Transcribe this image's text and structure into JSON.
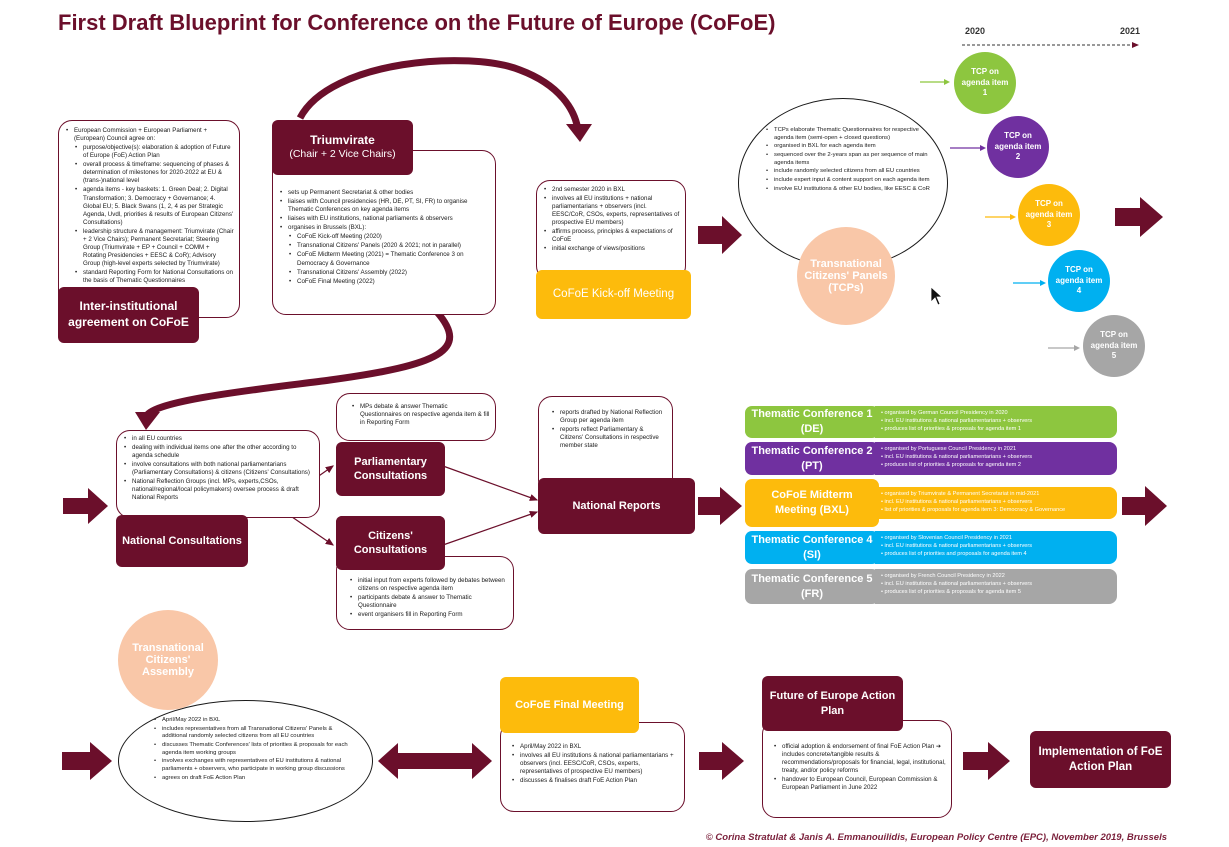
{
  "title": "First Draft Blueprint for Conference on the Future of Europe (CoFoE)",
  "timeline": {
    "start": "2020",
    "end": "2021"
  },
  "interinstitutional": {
    "label": "Inter-institutional agreement on CoFoE",
    "items": [
      "European Commission + European Parliament + (European) Council agree on:",
      "purpose/objective(s): elaboration & adoption of Future of Europe (FoE) Action Plan",
      "overall process & timeframe: sequencing of phases & determination of milestones for 2020-2022 at EU & (trans-)national level",
      "agenda items - key baskets: 1. Green Deal; 2. Digital Transformation; 3. Democracy + Governance; 4. Global EU; 5. Black Swans (1, 2, 4 as per Strategic Agenda, Uvdl, priorities & results of European Citizens' Consultations)",
      "leadership structure & management: Triumvirate (Chair + 2 Vice Chairs); Permanent Secretariat; Steering Group (Triumvirate + EP + Council + COMM + Rotating Presidencies + EESC & CoR); Advisory Group (high-level experts selected by Triumvirate)",
      "standard Reporting Form for National Consultations on the basis of Thematic Questionnaires"
    ]
  },
  "triumvirate": {
    "label": "Triumvirate",
    "sublabel": "(Chair + 2 Vice Chairs)",
    "items": [
      "sets up Permanent Secretariat & other bodies",
      "liaises with Council presidencies (HR, DE, PT, SI, FR) to organise Thematic Conferences on key agenda items",
      "liaises with EU institutions, national parliaments & observers",
      "organises in Brussels (BXL):"
    ],
    "subitems": [
      "CoFoE Kick-off Meeting (2020)",
      "Transnational Citizens' Panels (2020 & 2021; not in parallel)",
      "CoFoE Midterm Meeting (2021) = Thematic Conference 3 on Democracy & Governance",
      "Transnational Citizens' Assembly (2022)",
      "CoFoE Final Meeting (2022)"
    ]
  },
  "kickoff": {
    "label": "CoFoE Kick-off Meeting",
    "items": [
      "2nd semester 2020 in BXL",
      "involves all EU institutions + national parliamentarians + observers (incl. EESC/CoR, CSOs, experts, representatives of prospective EU members)",
      "affirms process, principles & expectations of CoFoE",
      "initial exchange of views/positions"
    ]
  },
  "tcps": {
    "label": "Transnational Citizens' Panels (TCPs)",
    "items": [
      "TCPs elaborate Thematic Questionnaires for respective agenda item (semi-open + closed questions)",
      "organised in BXL for each agenda item",
      "sequenced over the 2-years span as per sequence of main agenda items",
      "include randomly selected citizens from all EU countries",
      "include expert input & content support on each agenda item",
      "involve EU institutions & other EU bodies, like EESC & CoR"
    ],
    "circles": [
      {
        "label": "TCP on agenda item 1",
        "color": "#8dc63f"
      },
      {
        "label": "TCP on agenda item 2",
        "color": "#7030a0"
      },
      {
        "label": "TCP on agenda item 3",
        "color": "#fdbb0c"
      },
      {
        "label": "TCP on agenda item 4",
        "color": "#00b0f0"
      },
      {
        "label": "TCP on agenda item 5",
        "color": "#a6a6a6"
      }
    ]
  },
  "national": {
    "label": "National Consultations",
    "items": [
      "in all EU countries",
      "dealing with individual items one after the other according to agenda schedule",
      "involve consultations with both national parliamentarians (Parliamentary Consultations) & citizens (Citizens' Consultations)",
      "National Reflection Groups (incl. MPs, experts,CSOs, national/regional/local policymakers) oversee process & draft National Reports"
    ]
  },
  "parliamentary": {
    "label": "Parliamentary Consultations",
    "items": [
      "MPs debate & answer Thematic Questionnaires on respective agenda item & fill in Reporting Form"
    ]
  },
  "citizens": {
    "label": "Citizens' Consultations",
    "items": [
      "initial input from experts followed by debates between citizens on respective agenda item",
      "participants debate & answer to Thematic Questionnaire",
      "event organisers fill in Reporting Form"
    ]
  },
  "reports": {
    "label": "National Reports",
    "items": [
      "reports drafted by National Reflection Group per agenda item",
      "reports reflect Parliamentary & Citizens' Consultations in respective member state"
    ]
  },
  "conferences": [
    {
      "label": "Thematic Conference 1 (DE)",
      "color": "#8dc63f",
      "items": [
        "organised by German Council Presidency in 2020",
        "incl. EU institutions & national parliamentarians + observers",
        "produces list of priorities & proposals for agenda item 1"
      ]
    },
    {
      "label": "Thematic Conference 2 (PT)",
      "color": "#7030a0",
      "items": [
        "organised by Portuguese Council Presidency in 2021",
        "incl. EU institutions & national parliamentarians + observers",
        "produces list of priorities & proposals for agenda item 2"
      ]
    },
    {
      "label": "CoFoE Midterm Meeting (BXL)",
      "color": "#fdbb0c",
      "items": [
        "organised by Triumvirate & Permanent Secretariat in mid-2021",
        "incl. EU institutions & national parliamentarians + observers",
        "list of priorities & proposals for agenda item 3: Democracy & Governance"
      ]
    },
    {
      "label": "Thematic Conference 4 (SI)",
      "color": "#00b0f0",
      "items": [
        "organised by Slovenian Council Presidency in 2021",
        "incl. EU institutions & national parliamentarians + observers",
        "produces list of priorities and proposals for agenda item 4"
      ]
    },
    {
      "label": "Thematic Conference 5 (FR)",
      "color": "#a6a6a6",
      "items": [
        "organised by French Council Presidency in 2022",
        "incl. EU institutions & national parliamentarians + observers",
        "produces list of priorities & proposals for agenda item 5"
      ]
    }
  ],
  "assembly": {
    "label": "Transnational Citizens' Assembly",
    "items": [
      "April/May 2022 in BXL",
      "includes representatives from all Transnational Citizens' Panels & additional randomly selected citizens from all EU countries",
      "discusses Thematic Conferences' lists of priorities & proposals for each agenda item working groups",
      "involves exchanges with representatives of EU institutions & national parliaments + observers, who participate in working group discussions",
      "agrees on draft FoE Action Plan"
    ]
  },
  "final": {
    "label": "CoFoE Final Meeting",
    "items": [
      "April/May 2022 in BXL",
      "involves all EU institutions & national parliamentarians + observers (incl. EESC/CoR, CSOs, experts, representatives of prospective EU members)",
      "discusses & finalises draft FoE Action Plan"
    ]
  },
  "actionplan": {
    "label": "Future of Europe Action Plan",
    "items": [
      "official adoption & endorsement of final FoE Action Plan ➔ includes concrete/tangible results & recommendations/proposals for financial, legal, institutional, treaty, and/or policy reforms",
      "handover to European Council, European Commission & European Parliament in June 2022"
    ]
  },
  "implementation": {
    "label": "Implementation of FoE Action Plan"
  },
  "footer": "© Corina Stratulat & Janis A. Emmanouilidis, European Policy Centre (EPC), November 2019, Brussels",
  "colors": {
    "maroon": "#6b0f2b",
    "gold": "#fdbb0c",
    "peach": "#f9c7a8"
  }
}
